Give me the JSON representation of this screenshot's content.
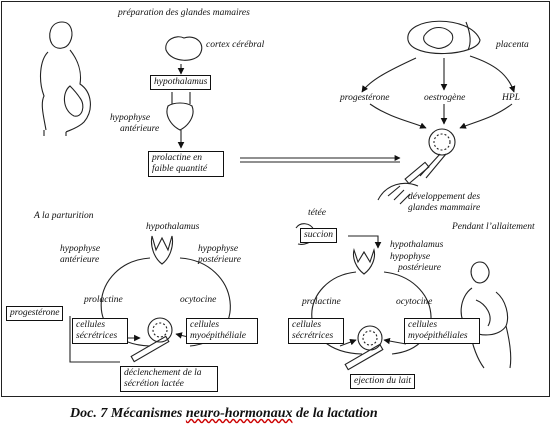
{
  "top_left": {
    "title": "préparation des glandes mamaires",
    "cortex": "cortex cérébral",
    "hypothalamus": "hypothalamus",
    "hypophyse_line1": "hypophyse",
    "hypophyse_line2": "antérieure",
    "prolactine_line1": "prolactine en",
    "prolactine_line2": "faible quantité"
  },
  "top_right": {
    "placenta": "placenta",
    "progesterone": "progestérone",
    "oestrogene": "oestrogène",
    "hpl": "HPL",
    "developpement_line1": "développement des",
    "developpement_line2": "glandes mammaire"
  },
  "bottom_left": {
    "title": "A la parturition",
    "hypothalamus": "hypothalamus",
    "hyp_ant_line1": "hypophyse",
    "hyp_ant_line2": "antérieure",
    "hyp_post_line1": "hypophyse",
    "hyp_post_line2": "postérieure",
    "prolactine": "prolactine",
    "ocytocine": "ocytocine",
    "progesterone_box": "progestérone",
    "secretrices_line1": "cellules",
    "secretrices_line2": "sécrétrices",
    "myo_line1": "cellules",
    "myo_line2": "myoépithéliale",
    "declenchement_line1": "déclenchement de la",
    "declenchement_line2": "sécrétion lactée"
  },
  "bottom_right": {
    "tetee": "tétée",
    "succion": "succion",
    "pendant": "Pendant l’allaitement",
    "hypothalamus": "hypothalamus",
    "hyp_line1": "hypophyse",
    "hyp_line2": "postérieure",
    "prolactine": "prolactine",
    "ocytocine": "ocytocine",
    "secretrices_line1": "cellules",
    "secretrices_line2": "sécrétrices",
    "myo_line1": "cellules",
    "myo_line2": "myoépithéliales",
    "ejection": "ejection du lait"
  },
  "caption": {
    "prefix": "Doc. 7  Mécanismes ",
    "wavy": "neuro-hormonaux",
    "suffix": " de la lactation"
  }
}
